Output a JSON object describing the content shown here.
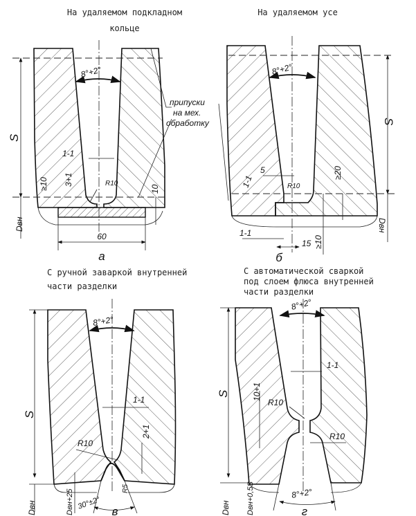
{
  "panels": {
    "a": {
      "title_line1": "На удаляемом подкладном",
      "title_line2": "кольце",
      "angle": "8°+2°",
      "section": "1-1",
      "gap": "3+1",
      "min_edge": "≥10",
      "radius": "R10",
      "ring_thickness": "10",
      "ring_width": "60",
      "thickness": "S",
      "diameter": "Dвн",
      "letter": "а"
    },
    "b": {
      "title": "На удаляемом усе",
      "angle": "8°+2°",
      "section_top": "1-1",
      "section_bottom": "1-1",
      "step": "5",
      "radius": "R10",
      "min_height": "≥20",
      "min_lip": "≥10",
      "lip_width": "15",
      "thickness": "S",
      "diameter": "Dвн",
      "letter": "б"
    },
    "c": {
      "title_line1": "С ручной заваркой внутренней",
      "title_line2": "части разделки",
      "angle": "8°+2°",
      "section": "1-1",
      "root": "2+1",
      "radius": "R10",
      "root_radius": "R5",
      "bevel_angle": "30°±2°",
      "thickness": "S",
      "diameter": "Dвн+25",
      "diameter_inner": "Dвн",
      "letter": "в"
    },
    "d": {
      "title_line1": "С автоматической сваркой",
      "title_line2": "под слоем флюса внутренней",
      "title_line3": "части      разделки",
      "angle_top": "8°+2°",
      "angle_bottom": "8°+2°",
      "section": "1-1",
      "root": "10+1",
      "radius_top": "R10",
      "radius_bottom": "R10",
      "thickness": "S",
      "diameter": "Dвн+0,5S",
      "diameter_inner": "Dвн",
      "letter": "г"
    }
  },
  "callout": {
    "line1": "припуски",
    "line2": "на мех.",
    "line3": "обработку"
  }
}
